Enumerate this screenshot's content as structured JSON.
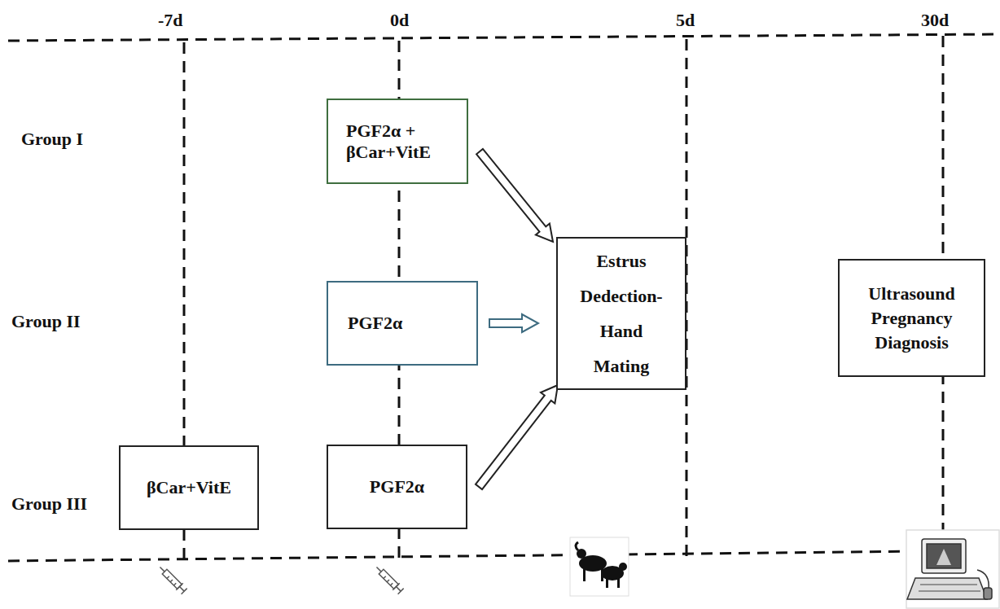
{
  "diagram": {
    "nodes": [
      {
        "text": [
          "PGF2α + βCar+VitE"
        ]
      },
      {
        "text": [
          "PGF2α"
        ]
      },
      {
        "text": [
          "βCar+VitE"
        ]
      },
      {
        "text": [
          "PGF2α"
        ]
      },
      {
        "text": [
          "Estrus Dedection- Hand Mating"
        ]
      },
      {
        "text": [
          "Ultrasound Pregnancy Diagnosis"
        ]
      }
    ],
    "edges": [
      {
        "from": 0,
        "to": 4,
        "arrow": "to"
      },
      {
        "from": 1,
        "to": 4,
        "arrow": "to"
      },
      {
        "from": 3,
        "to": 4,
        "arrow": "to"
      }
    ],
    "labels": [
      "-7d",
      "0d",
      "5d",
      "30d",
      "Group I",
      "Group II",
      "Group III"
    ]
  }
}
